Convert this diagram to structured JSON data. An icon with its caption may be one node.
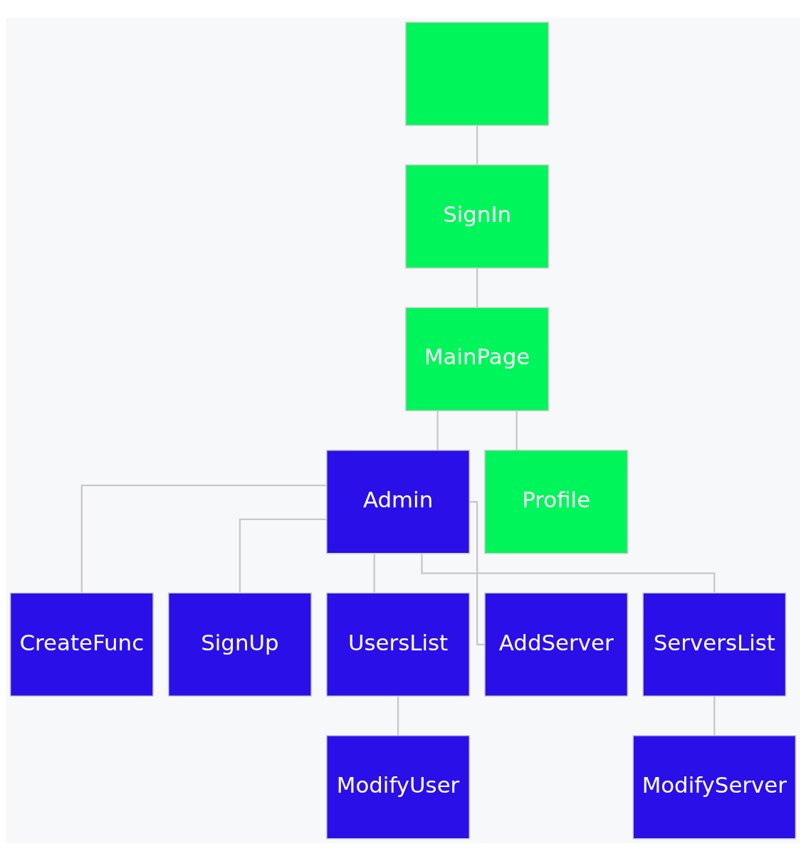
{
  "diagram": {
    "nodes": [
      {
        "text": [],
        "shape": "box"
      },
      {
        "text": [
          "SignIn"
        ]
      },
      {
        "text": [
          "MainPage"
        ]
      },
      {
        "text": [
          "Admin"
        ]
      },
      {
        "text": [
          "Profile"
        ]
      },
      {
        "text": [
          "CreateFunc"
        ]
      },
      {
        "text": [
          "SignUp"
        ]
      },
      {
        "text": [
          "UsersList"
        ]
      },
      {
        "text": [
          "AddServer"
        ]
      },
      {
        "text": [
          "ServersList"
        ]
      },
      {
        "text": [
          "ModifyUser"
        ]
      },
      {
        "text": [
          "ModifyServer"
        ]
      }
    ],
    "edges": [
      {
        "from": 0,
        "to": 1,
        "arrow": "none"
      },
      {
        "from": 1,
        "to": 2,
        "arrow": "none"
      },
      {
        "from": 2,
        "to": 3,
        "arrow": "none"
      },
      {
        "from": 2,
        "to": 4,
        "arrow": "none"
      },
      {
        "from": 3,
        "to": 5,
        "arrow": "none"
      },
      {
        "from": 3,
        "to": 6,
        "arrow": "none"
      },
      {
        "from": 3,
        "to": 7,
        "arrow": "none"
      },
      {
        "from": 3,
        "to": 8,
        "arrow": "none"
      },
      {
        "from": 3,
        "to": 9,
        "arrow": "none"
      },
      {
        "from": 7,
        "to": 10,
        "arrow": "none"
      },
      {
        "from": 9,
        "to": 11,
        "arrow": "none"
      }
    ]
  }
}
